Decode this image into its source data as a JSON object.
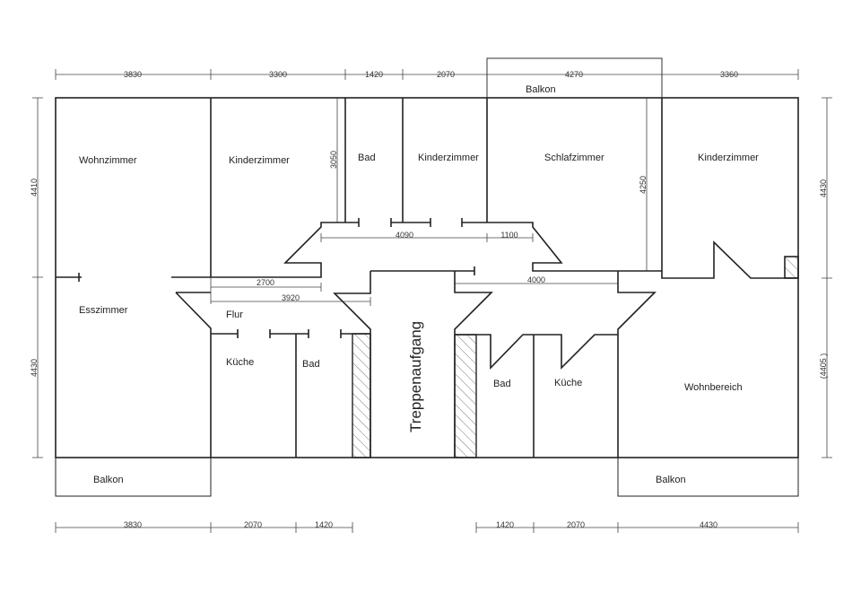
{
  "rooms": {
    "wohnzimmer": "Wohnzimmer",
    "kinderzimmer_1": "Kinderzimmer",
    "bad_1": "Bad",
    "kinderzimmer_2": "Kinderzimmer",
    "schlafzimmer": "Schlafzimmer",
    "kinderzimmer_3": "Kinderzimmer",
    "esszimmer": "Esszimmer",
    "flur": "Flur",
    "kueche_1": "Küche",
    "bad_2": "Bad",
    "treppenaufgang": "Treppenaufgang",
    "bad_3": "Bad",
    "kueche_2": "Küche",
    "wohnbereich": "Wohnbereich",
    "balkon_top": "Balkon",
    "balkon_bottom_left": "Balkon",
    "balkon_bottom_right": "Balkon"
  },
  "dimensions": {
    "top": [
      "3830",
      "3300",
      "1420",
      "2070",
      "4270",
      "3360"
    ],
    "bottom_left": [
      "3830",
      "2070",
      "1420"
    ],
    "bottom_right": [
      "1420",
      "2070",
      "4430"
    ],
    "left": [
      "4410",
      "4430"
    ],
    "right": [
      "4430",
      "(4405 )"
    ],
    "inner": {
      "bad_height": "3050",
      "corridor_top": "4090",
      "corridor_top_right": "1100",
      "flur_a": "2700",
      "flur_b": "3920",
      "corridor_right": "4000",
      "schlafzimmer_depth": "4250"
    }
  }
}
